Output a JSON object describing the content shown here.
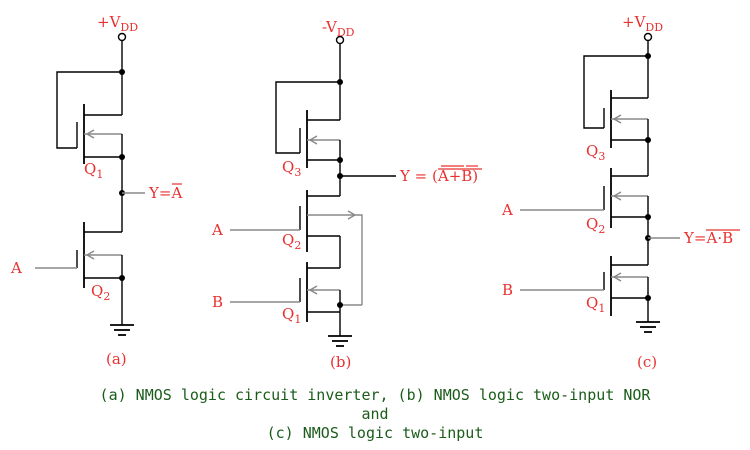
{
  "labels": {
    "vdd_sign_a": "+V",
    "vdd_sign_b": "-V",
    "vdd_sign_c": "+V",
    "vdd_sub": "DD",
    "q_letter": "Q",
    "q1_sub": "1",
    "q2_sub": "2",
    "q3_sub": "3",
    "input_a": "A",
    "input_b": "B",
    "out_prefix": "Y = ",
    "out_prefix_short": "Y=",
    "out_a_expr": "A",
    "out_b_expr": "(A+B)",
    "out_c_expr": "A·B"
  },
  "panels": {
    "a": "(a)",
    "b": "(b)",
    "c": "(c)"
  },
  "caption": {
    "line1": "(a) NMOS logic circuit inverter, (b) NMOS logic two-input NOR",
    "line2": "and",
    "line3": "(c) NMOS logic two-input"
  },
  "colors": {
    "label": "#e8312f",
    "caption": "#1a5c1a",
    "wire": "#000000"
  }
}
